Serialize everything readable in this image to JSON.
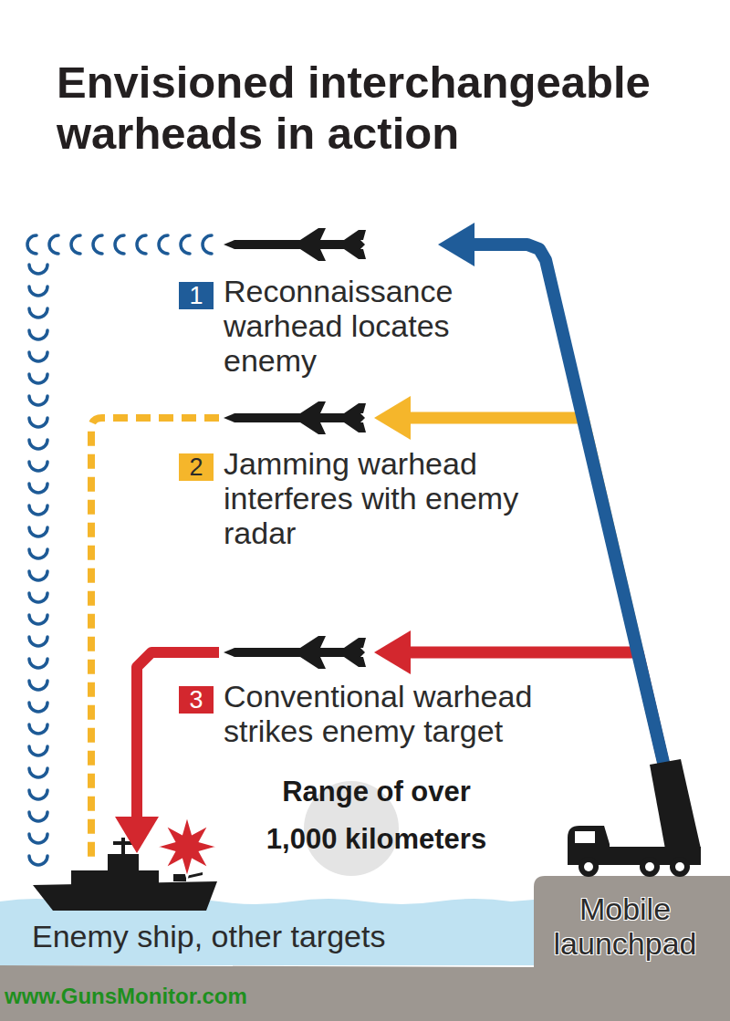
{
  "diagram": {
    "title": "Envisioned interchangeable warheads in action",
    "nodes": [
      {
        "text": [
          "1",
          "Reconnaissance warhead locates enemy"
        ]
      },
      {
        "text": [
          "2",
          "Jamming warhead interferes with enemy radar"
        ]
      },
      {
        "text": [
          "3",
          "Conventional warhead strikes enemy target"
        ]
      },
      {
        "text": [
          "Range of over 1,000 kilometers"
        ]
      },
      {
        "text": [
          "Enemy ship, other targets"
        ]
      },
      {
        "text": [
          "Mobile launchpad"
        ]
      }
    ],
    "edges": [
      {
        "from": 5,
        "to": 0,
        "arrow": "to"
      },
      {
        "from": 5,
        "to": 1,
        "arrow": "to"
      },
      {
        "from": 5,
        "to": 2,
        "arrow": "to"
      },
      {
        "from": 2,
        "to": 4,
        "arrow": "to"
      }
    ],
    "labels": [
      "www.GunsMonitor.com"
    ]
  }
}
